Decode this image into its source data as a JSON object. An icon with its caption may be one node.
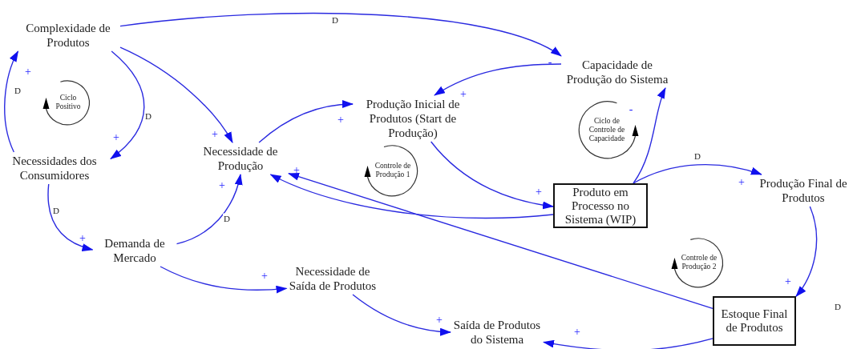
{
  "diagram": {
    "nodes": [
      {
        "text": [
          "Complexidade de Produtos"
        ]
      },
      {
        "text": [
          "Necessidades dos Consumidores"
        ]
      },
      {
        "text": [
          "Necessidade de Produção"
        ]
      },
      {
        "text": [
          "Produção Inicial de Produtos (Start de Produção)"
        ]
      },
      {
        "text": [
          "Capacidade de Produção do Sistema"
        ]
      },
      {
        "text": [
          "Produto em Processo no Sistema (WIP)"
        ]
      },
      {
        "text": [
          "Produção Final de Produtos"
        ]
      },
      {
        "text": [
          "Demanda de Mercado"
        ]
      },
      {
        "text": [
          "Necessidade de Saída de Produtos"
        ]
      },
      {
        "text": [
          "Saída de Produtos do Sistema"
        ]
      },
      {
        "text": [
          "Estoque Final de Produtos"
        ]
      },
      {
        "text": [
          "Ciclo Positivo"
        ]
      },
      {
        "text": [
          "Controle de Produção 1"
        ]
      },
      {
        "text": [
          "Ciclo de Controle de Capacidade"
        ]
      },
      {
        "text": [
          "Controle de Produção 2"
        ]
      }
    ],
    "edges": [
      {
        "from": 0,
        "to": 4,
        "arrow": "to",
        "label": "D"
      },
      {
        "from": 4,
        "to": 3,
        "arrow": "to"
      },
      {
        "from": 0,
        "to": 1,
        "arrow": "to",
        "label": "D"
      },
      {
        "from": 1,
        "to": 0,
        "arrow": "to",
        "label": "D"
      },
      {
        "from": 0,
        "to": 2,
        "arrow": "to"
      },
      {
        "from": 1,
        "to": 7,
        "arrow": "to",
        "label": "D"
      },
      {
        "from": 7,
        "to": 2,
        "arrow": "to",
        "label": "D"
      },
      {
        "from": 2,
        "to": 3,
        "arrow": "to"
      },
      {
        "from": 3,
        "to": 5,
        "arrow": "to"
      },
      {
        "from": 5,
        "to": 2,
        "arrow": "to"
      },
      {
        "from": 10,
        "to": 2,
        "arrow": "to"
      },
      {
        "from": 5,
        "to": 4,
        "arrow": "to"
      },
      {
        "from": 5,
        "to": 6,
        "arrow": "to",
        "label": "D"
      },
      {
        "from": 6,
        "to": 10,
        "arrow": "to"
      },
      {
        "from": 7,
        "to": 8,
        "arrow": "to"
      },
      {
        "from": 8,
        "to": 9,
        "arrow": "to"
      },
      {
        "from": 10,
        "to": 9,
        "arrow": "to"
      }
    ],
    "labels": [
      "-",
      "+",
      "+",
      "-",
      "+",
      "+",
      "+",
      "+",
      "+",
      "+",
      "+",
      "+",
      "+",
      "+",
      "D",
      "+",
      "+"
    ]
  }
}
